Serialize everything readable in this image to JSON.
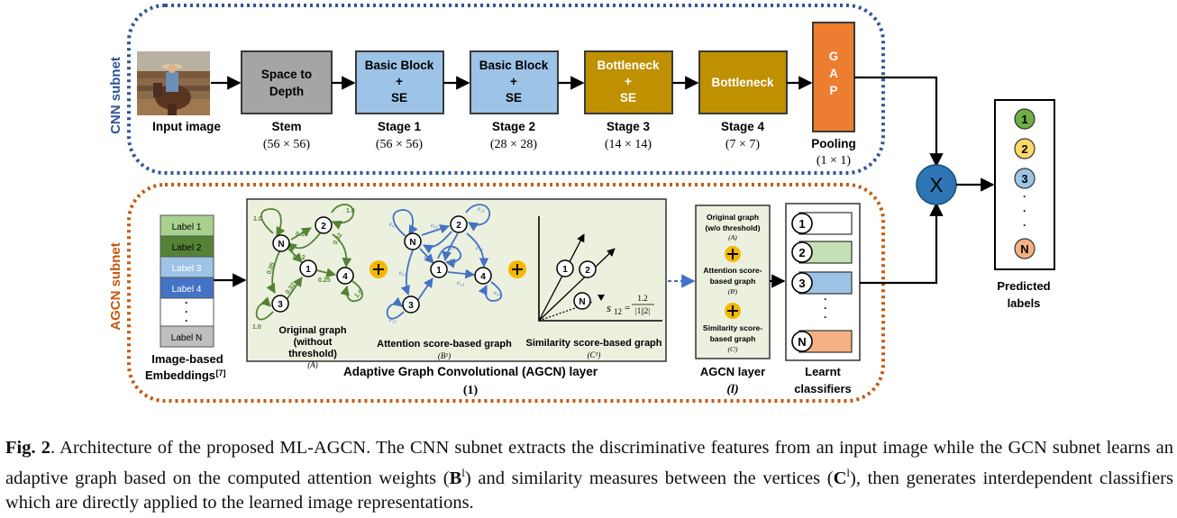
{
  "cnn": {
    "subnet_label": "CNN subnet",
    "input_label": "Input image",
    "stem": {
      "box": [
        "Space to",
        "Depth"
      ],
      "name": "Stem",
      "dim": "(56 × 56)"
    },
    "stage1": {
      "box": [
        "Basic Block",
        "+",
        "SE"
      ],
      "name": "Stage 1",
      "dim": "(56 × 56)"
    },
    "stage2": {
      "box": [
        "Basic Block",
        "+",
        "SE"
      ],
      "name": "Stage 2",
      "dim": "(28 × 28)"
    },
    "stage3": {
      "box": [
        "Bottleneck",
        "+",
        "SE"
      ],
      "name": "Stage 3",
      "dim": "(14 × 14)"
    },
    "stage4": {
      "box": [
        "Bottleneck"
      ],
      "name": "Stage 4",
      "dim": "(7 × 7)"
    },
    "gap": {
      "letters": [
        "G",
        "A",
        "P"
      ],
      "name": "Pooling",
      "dim": "(1 × 1)"
    }
  },
  "agcn": {
    "subnet_label": "AGCN subnet",
    "labels": [
      "Label 1",
      "Label 2",
      "Label 3",
      "Label 4",
      "·",
      "·",
      "·",
      "Label N"
    ],
    "embeddings_caption": [
      "Image-based",
      "Embeddings"
    ],
    "embeddings_ref": "[7]",
    "graph1": {
      "nodes": [
        "N",
        "2",
        "1",
        "4",
        "3"
      ],
      "weights": [
        "1.0",
        "0.16",
        "0.12",
        "1.0",
        "0.02",
        "0.05",
        "0.25",
        "0.32",
        "1.0",
        "1.0"
      ],
      "caption": [
        "Original graph",
        "(without",
        "threshold)"
      ],
      "sym": "(A)"
    },
    "graph2": {
      "nodes": [
        "N",
        "2",
        "1",
        "4",
        "3"
      ],
      "weights": [
        "e₀₀",
        "e₀₂",
        "e₂₂",
        "e₀₁",
        "e₂₁",
        "e₂₄",
        "e₀₃",
        "e₁₁",
        "e₁₄",
        "e₄₄",
        "e₃₃"
      ],
      "caption": "Attention score-based graph",
      "sym": "(B¹)"
    },
    "graph3": {
      "nodes": [
        "1",
        "2",
        "N"
      ],
      "formula_lhs": "s",
      "formula_sub": "12",
      "formula_num": "1.2",
      "formula_den": "|1||2|",
      "caption": "Similarity score-based graph",
      "sym": "(C¹)"
    },
    "layer_title": "Adaptive Graph Convolutional (AGCN) layer",
    "layer_index": "(1)",
    "layer_l": {
      "lines1": [
        "Original graph",
        "(w/o threshold)"
      ],
      "sym1": "(A)",
      "lines2": [
        "Attention score-",
        "based graph"
      ],
      "sym2": "(Bˡ)",
      "lines3": [
        "Similarity score-",
        "based graph"
      ],
      "sym3": "(Cˡ)",
      "title": "AGCN layer",
      "index": "(l)"
    },
    "classifiers": {
      "nodes": [
        "1",
        "2",
        "3",
        "·",
        "·",
        "·",
        "N"
      ],
      "caption": [
        "Learnt",
        "classifiers"
      ]
    }
  },
  "output": {
    "multiply": "X",
    "labels": [
      "1",
      "2",
      "3",
      "·",
      "·",
      "·",
      "N"
    ],
    "caption": [
      "Predicted",
      "labels"
    ]
  },
  "caption": {
    "fig": "Fig. 2",
    "text1": ". Architecture of the proposed ML-AGCN. The CNN subnet extracts the discriminative features from an input image while the GCN subnet learns an adaptive graph based on the computed attention weights (",
    "b1": "B",
    "text2": ") and similarity measures between the vertices (",
    "c1": "C",
    "sup": "l",
    "sup2": "l",
    "text3": "), then generates interdependent classifiers which are directly applied to the learned image representations."
  },
  "colors": {
    "cnn_border": "#2f5597",
    "agcn_border": "#c55a11",
    "stem": "#a5a5a5",
    "basic_block": "#9dc3e6",
    "bottleneck": "#bf9000",
    "gap": "#ed7d31",
    "green_graph": "#548235",
    "blue_graph": "#4472c4",
    "multiply": "#2e75b6",
    "plus": "#f5b800"
  }
}
